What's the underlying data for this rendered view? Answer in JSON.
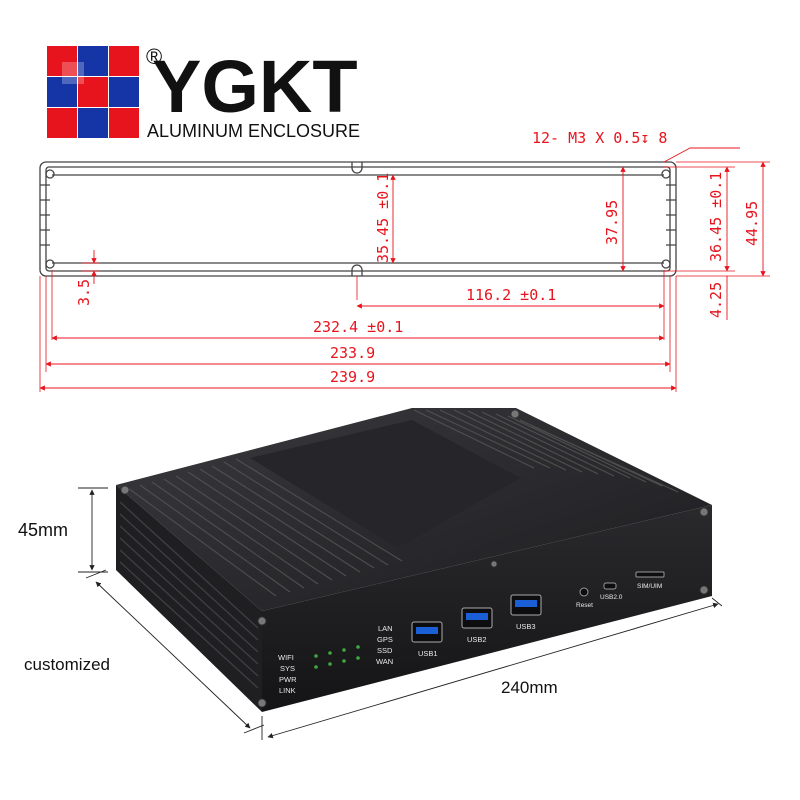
{
  "brand": {
    "name": "YGKT",
    "registered_mark": "®",
    "tagline": "ALUMINUM ENCLOSURE",
    "logo_colors": [
      "#e8141d",
      "#1535a6"
    ]
  },
  "drawing": {
    "accent_color": "#e8141d",
    "thread_note": "12- M3 X 0.5↧ 8",
    "dims": {
      "inner_height": "35.45 ±0.1",
      "rail_height": "37.95",
      "outer_inner_height": "36.45 ±0.1",
      "total_height": "44.95",
      "slot_depth": "3.5",
      "half_width": "116.2 ±0.1",
      "edge_offset": "4.25",
      "inner_width": "232.4 ±0.1",
      "mid_width": "233.9",
      "total_width": "239.9"
    }
  },
  "product": {
    "height_label": "45mm",
    "length_label": "240mm",
    "custom_label": "customized",
    "leds_left": [
      "WIFI",
      "SYS",
      "PWR",
      "LINK"
    ],
    "leds_right": [
      "LAN",
      "GPS",
      "SSD",
      "WAN"
    ],
    "usb_ports": [
      "USB1",
      "USB2",
      "USB3"
    ],
    "reset_label": "Reset",
    "usb2_label": "USB2.0",
    "sim_label": "SIM/UIM",
    "port_color": "#1a5fd6"
  }
}
